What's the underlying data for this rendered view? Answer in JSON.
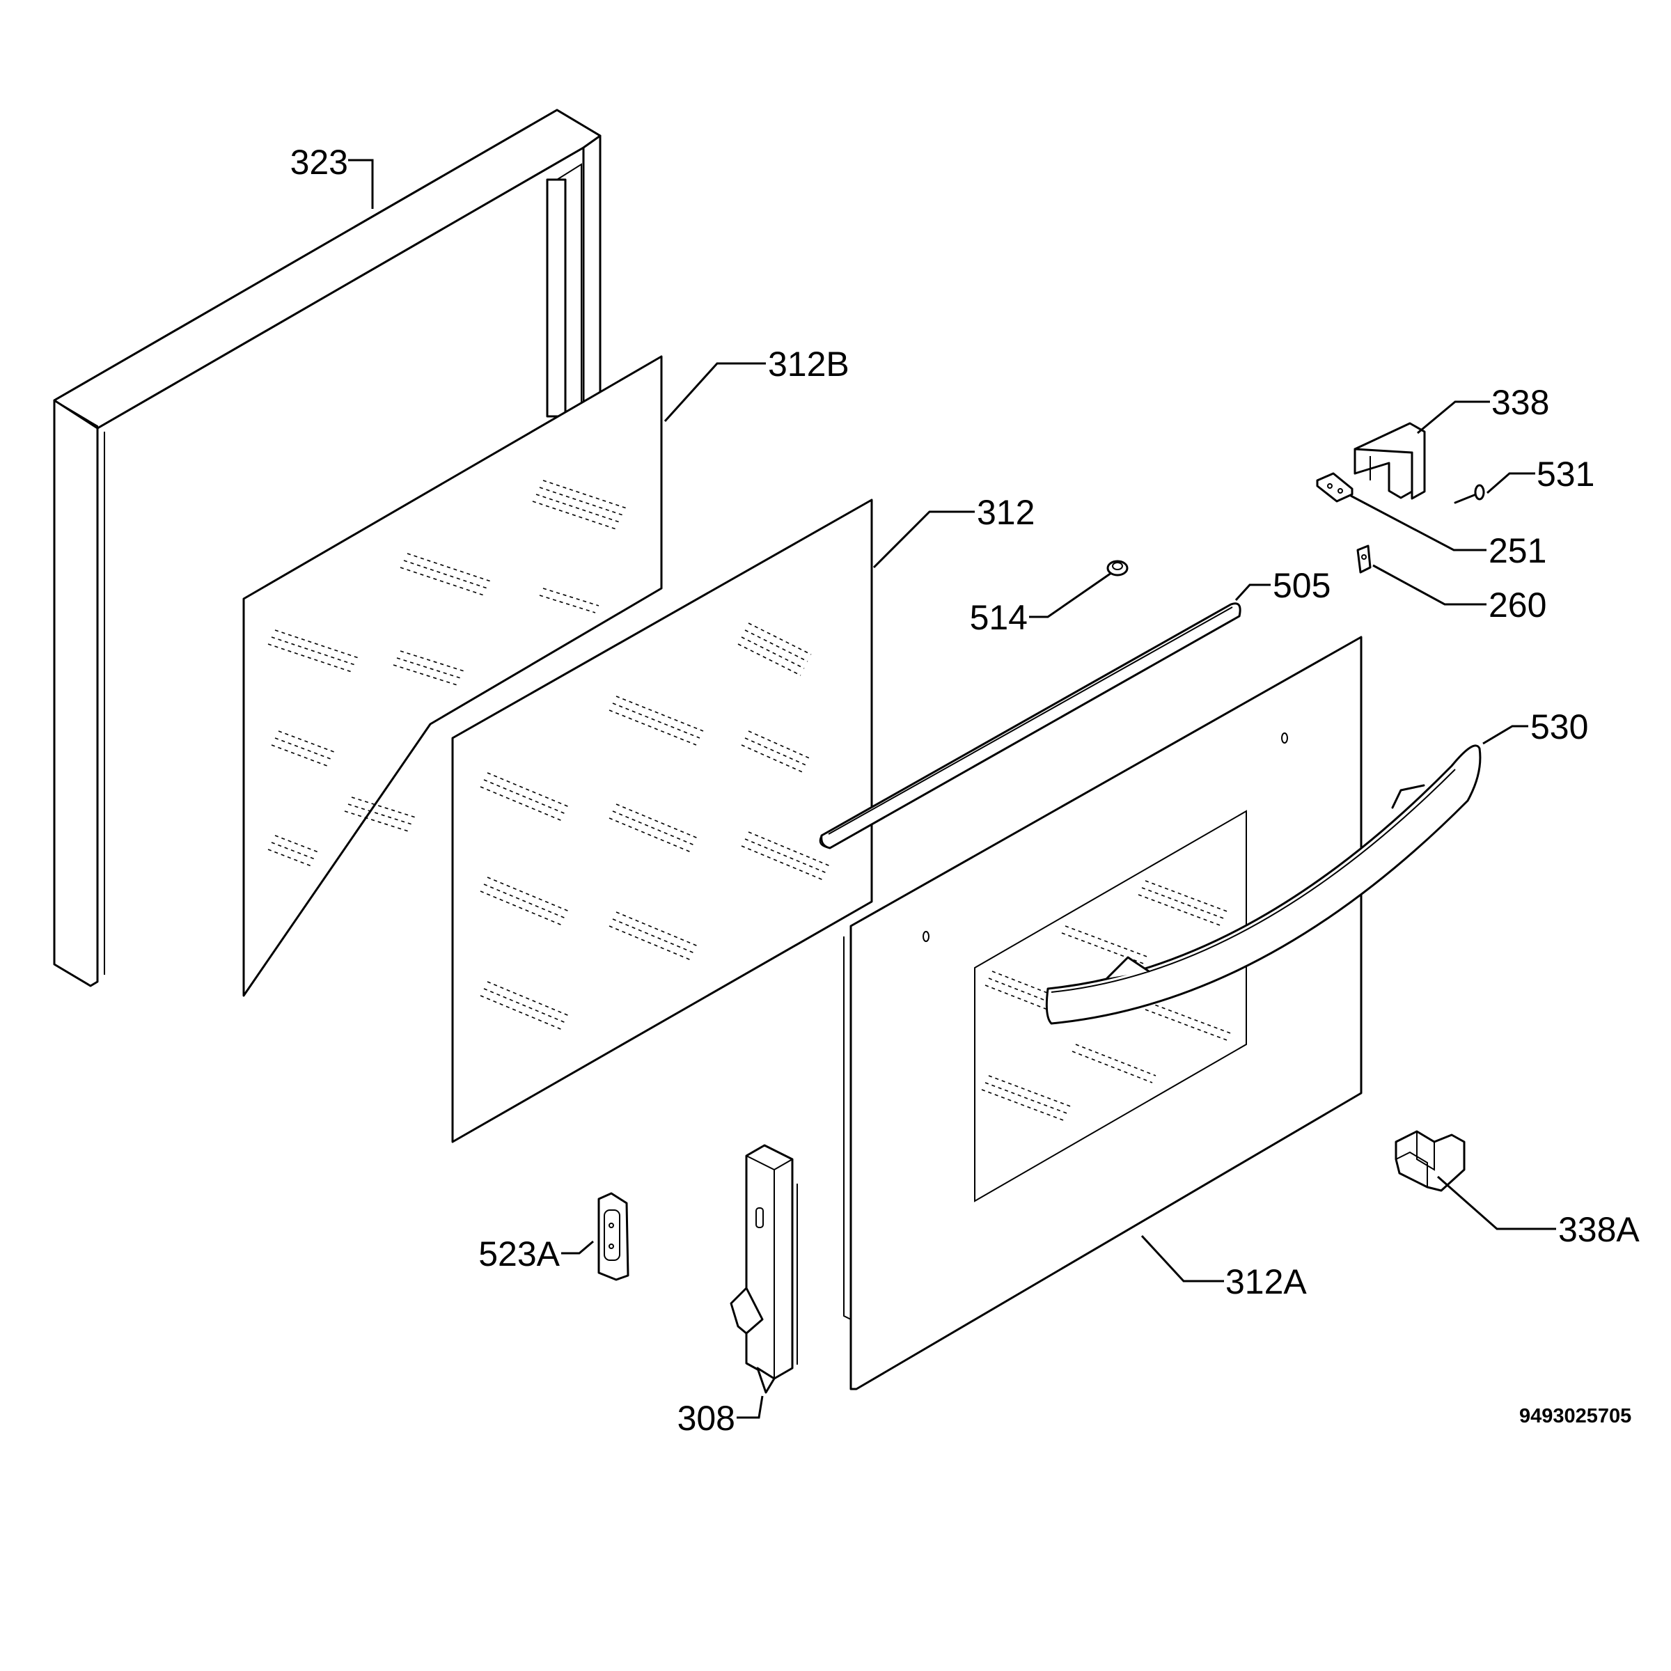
{
  "diagram": {
    "labels": {
      "l323": "323",
      "l312B": "312B",
      "l312": "312",
      "l338": "338",
      "l531": "531",
      "l251": "251",
      "l260": "260",
      "l514": "514",
      "l505": "505",
      "l530": "530",
      "l523A": "523A",
      "l312A": "312A",
      "l308": "308",
      "l338A": "338A"
    },
    "document_number": "9493025705"
  }
}
